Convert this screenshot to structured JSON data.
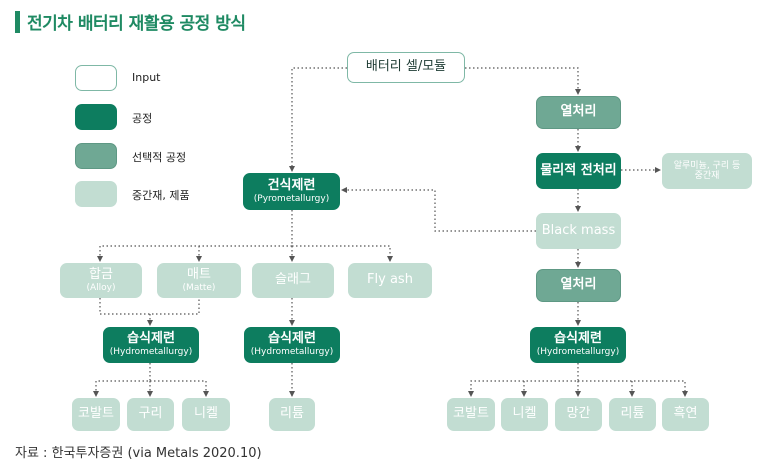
{
  "title": "전기차 배터리 재활용 공정 방식",
  "source": "자료 : 한국투자증권 (via Metals 2020.10)",
  "legend": [
    {
      "style": "input",
      "label": "Input"
    },
    {
      "style": "process",
      "label": "공정"
    },
    {
      "style": "selective",
      "label": "선택적 공정"
    },
    {
      "style": "intermediate",
      "label": "중간재, 제품"
    }
  ],
  "nodes": {
    "battery": {
      "label": "배터리 셀/모듈"
    },
    "heat1": {
      "label": "열처리"
    },
    "physical": {
      "label": "물리적 전처리"
    },
    "aluminum": {
      "label": "알루미늄, 구리 등",
      "sub": "중간재"
    },
    "blackmass": {
      "label": "Black mass"
    },
    "heat2": {
      "label": "열처리"
    },
    "hydro_right": {
      "label": "습식제련",
      "sub": "(Hydrometallurgy)"
    },
    "pyro": {
      "label": "건식제련",
      "sub": "(Pyrometallurgy)"
    },
    "alloy": {
      "label": "합금",
      "sub": "(Alloy)"
    },
    "matte": {
      "label": "매트",
      "sub": "(Matte)"
    },
    "slag": {
      "label": "슬래그"
    },
    "flyash": {
      "label": "Fly ash"
    },
    "hydro_left": {
      "label": "습식제련",
      "sub": "(Hydrometallurgy)"
    },
    "hydro_mid": {
      "label": "습식제련",
      "sub": "(Hydrometallurgy)"
    },
    "cobalt_l": {
      "label": "코발트"
    },
    "copper_l": {
      "label": "구리"
    },
    "nickel_l": {
      "label": "니켈"
    },
    "lithium_m": {
      "label": "리튬"
    },
    "cobalt_r": {
      "label": "코발트"
    },
    "nickel_r": {
      "label": "니켈"
    },
    "manganese_r": {
      "label": "망간"
    },
    "lithium_r": {
      "label": "리튬"
    },
    "graphite_r": {
      "label": "흑연"
    }
  },
  "colors": {
    "title": "#1f8a63",
    "process": "#0d7d5f",
    "selective": "#6fa894",
    "intermediate": "#c2ddd2",
    "input_border": "#7fb8a6"
  }
}
